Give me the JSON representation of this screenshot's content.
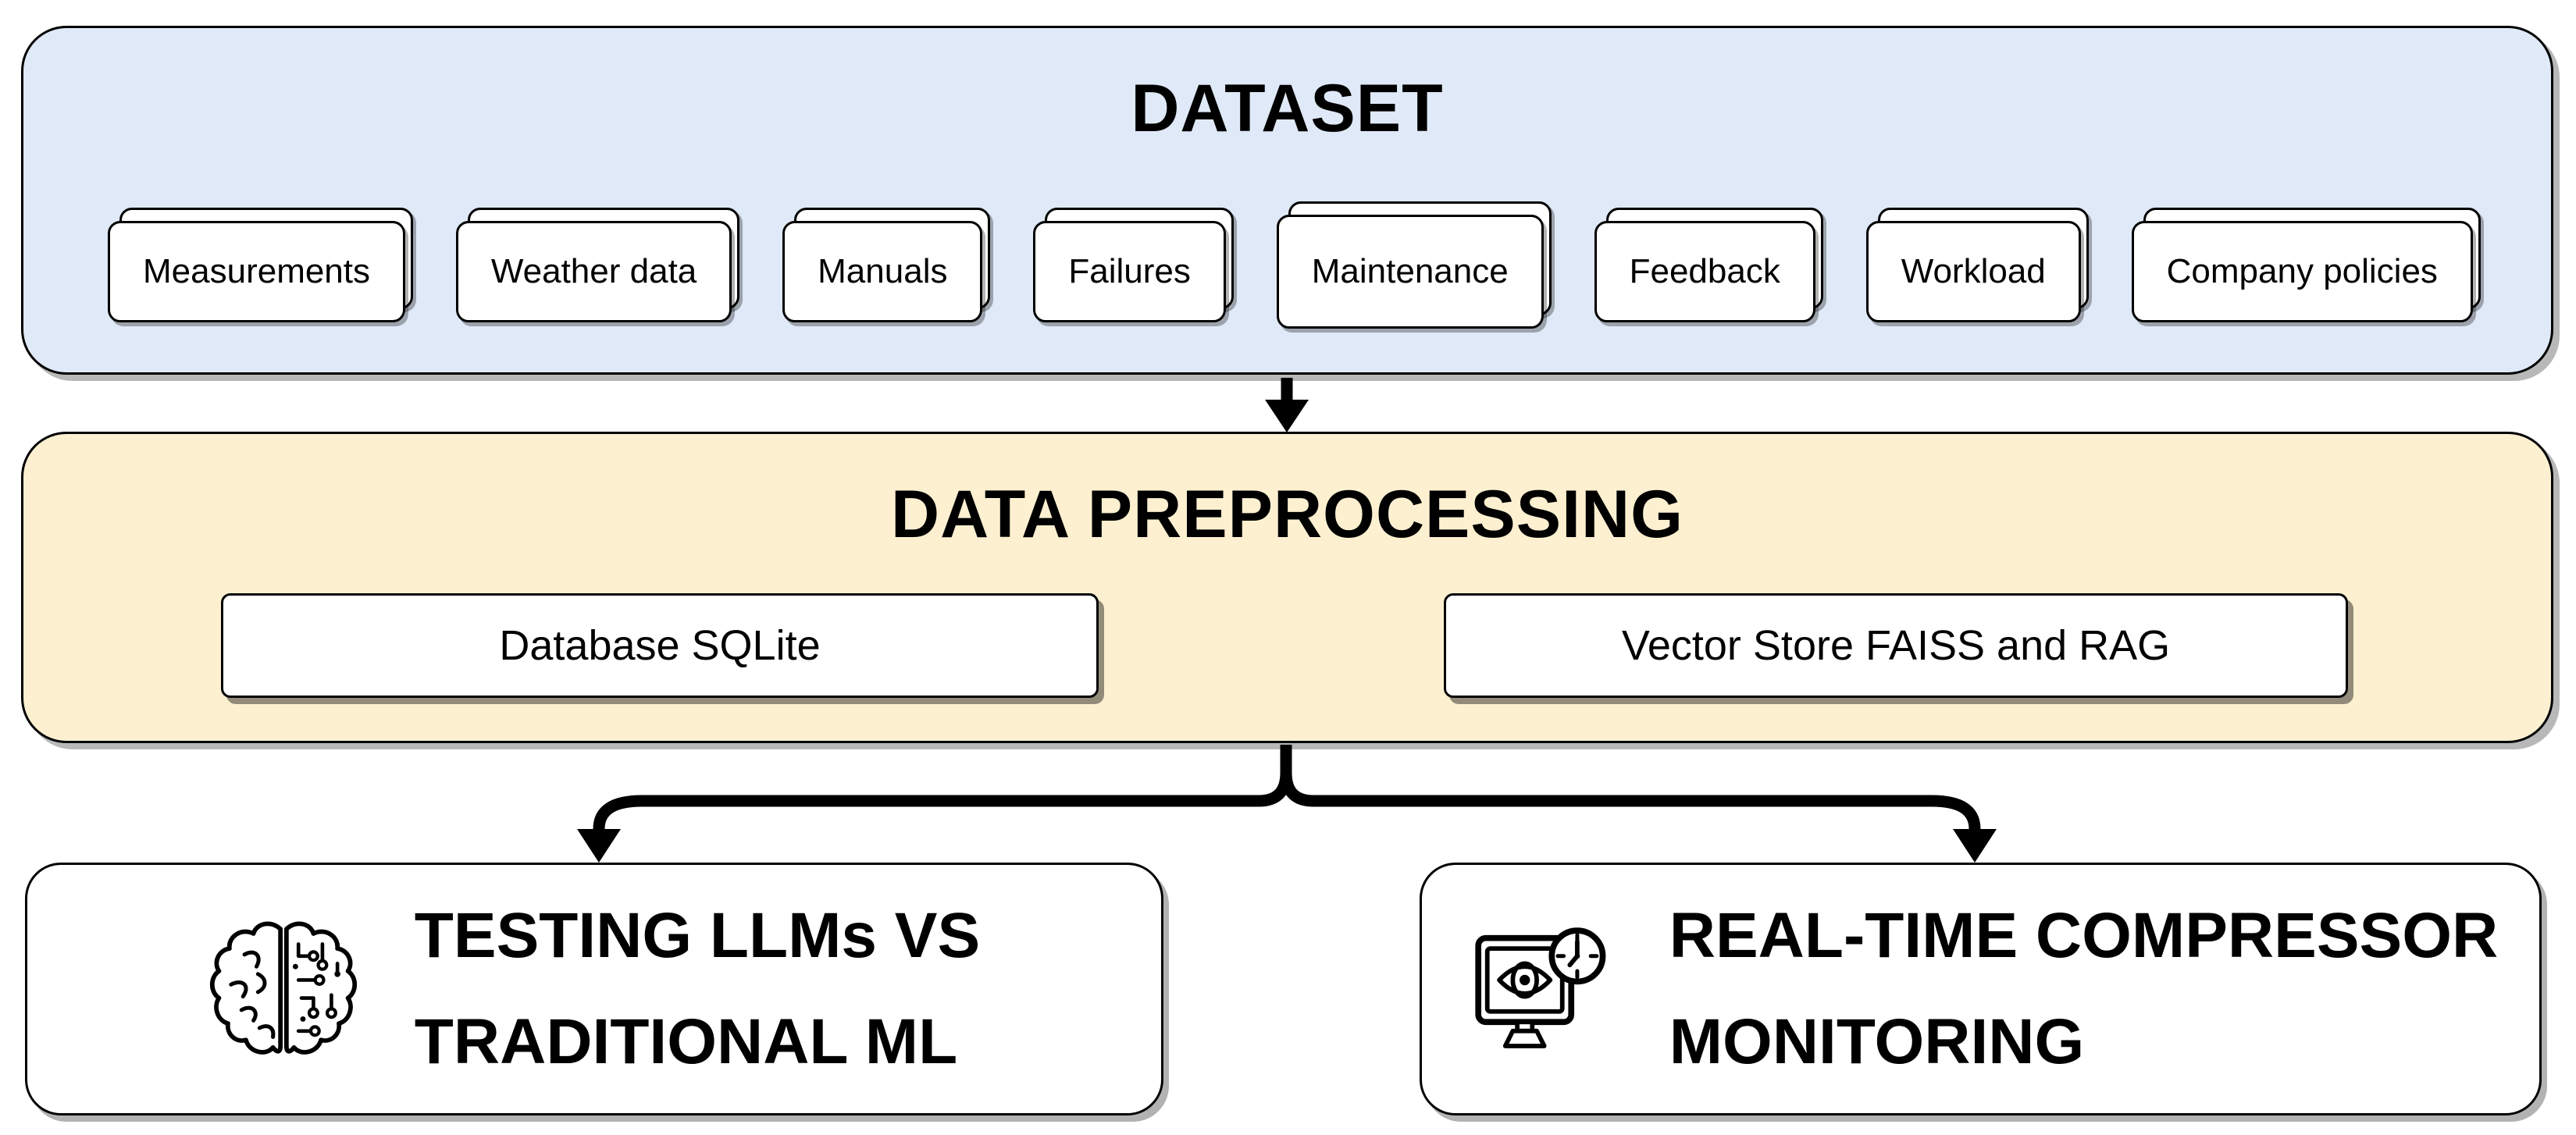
{
  "dataset": {
    "title": "DATASET",
    "cards": [
      "Measurements",
      "Weather data",
      "Manuals",
      "Failures",
      "Maintenance",
      "Feedback",
      "Workload",
      "Company policies"
    ]
  },
  "preprocessing": {
    "title": "DATA PREPROCESSING",
    "items": [
      "Database SQLite",
      "Vector Store FAISS and RAG"
    ]
  },
  "outputs": [
    {
      "line1": "TESTING LLMs VS",
      "line2": "TRADITIONAL ML",
      "icon": "brain-half-circuit-icon"
    },
    {
      "line1": "REAL-TIME COMPRESSOR",
      "line2": "MONITORING",
      "icon": "monitor-eye-clock-icon"
    }
  ],
  "colors": {
    "dataset_fill": "#dfe9f7",
    "preprocessing_fill": "#fcf0d1",
    "box_fill": "#ffffff",
    "border": "#000000",
    "arrow": "#000000"
  }
}
